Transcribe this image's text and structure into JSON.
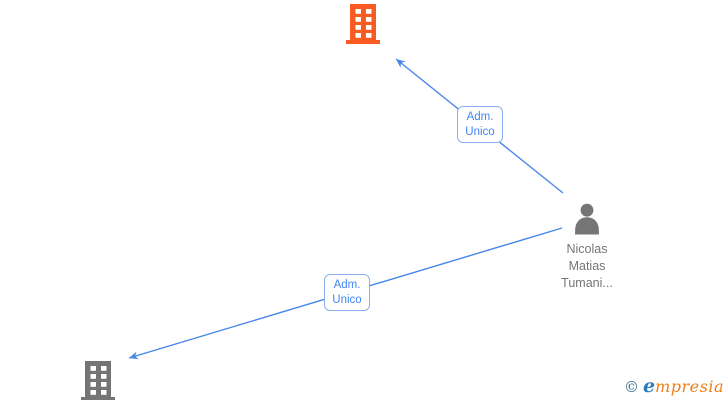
{
  "diagram": {
    "nodes": {
      "company_top": {
        "id": "company-top",
        "type": "company",
        "icon": "building-icon",
        "color": "#fa5b22"
      },
      "person": {
        "id": "person",
        "type": "person",
        "icon": "person-icon",
        "color": "#757575",
        "name_line1": "Nicolas",
        "name_line2": "Matias",
        "name_line3": "Tumani..."
      },
      "company_bottom": {
        "id": "company-bottom",
        "type": "company",
        "icon": "building-icon",
        "color": "#757575"
      }
    },
    "edges": {
      "edge1": {
        "from": "person",
        "to": "company-top",
        "label_line1": "Adm.",
        "label_line2": "Unico",
        "color": "#4a86e8"
      },
      "edge2": {
        "from": "person",
        "to": "company-bottom",
        "label_line1": "Adm.",
        "label_line2": "Unico",
        "color": "#4a86e8"
      }
    }
  },
  "watermark": {
    "copyright_symbol": "©",
    "brand_first_letter": "e",
    "brand_rest": "mpresia"
  }
}
